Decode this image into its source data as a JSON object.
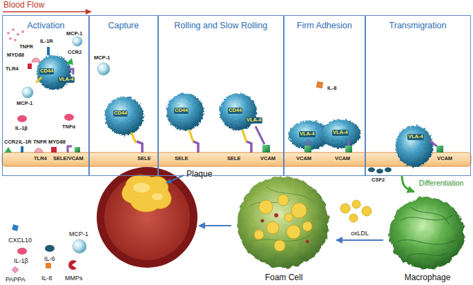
{
  "diagram": {
    "nodes": [
      {
        "text": [
          "Activation"
        ]
      },
      {
        "text": [
          "Capture"
        ]
      },
      {
        "text": [
          "Rolling and Slow Rolling"
        ]
      },
      {
        "text": [
          "Firm Adhesion"
        ]
      },
      {
        "text": [
          "Transmigration"
        ]
      },
      {
        "text": [
          "Plaque"
        ]
      },
      {
        "text": [
          "Foam Cell"
        ]
      },
      {
        "text": [
          "Macrophage"
        ]
      }
    ],
    "edges": [
      {
        "from": 4,
        "to": 7,
        "arrow": "to",
        "label": "Differentiation"
      },
      {
        "from": 7,
        "to": 6,
        "arrow": "to",
        "label": "oxLDL"
      },
      {
        "from": 6,
        "to": 5,
        "arrow": "to"
      }
    ],
    "labels": [
      "Blood Flow",
      "TNFR",
      "MYD88",
      "IL-1R",
      "MCP-1",
      "CCR2",
      "TLR4",
      "CD44",
      "VLA-4",
      "MCP-1",
      "IL-1β",
      "TNFα",
      "CCR2",
      "IL-1R",
      "TNFR",
      "MYD88",
      "TLR4",
      "SELE/VCAM",
      "MCP-1",
      "CD44",
      "SELE",
      "CD44",
      "SELE",
      "CD44",
      "SELE",
      "VLA-4",
      "VCAM",
      "IL-8",
      "VLA-4",
      "VCAM",
      "VLA-4",
      "VCAM",
      "VLA-4",
      "VCAM",
      "CSF2",
      "CXCL10",
      "MCP-1",
      "IL-1β",
      "IL-6",
      "IL-8",
      "PAPPA",
      "MMPs"
    ]
  }
}
